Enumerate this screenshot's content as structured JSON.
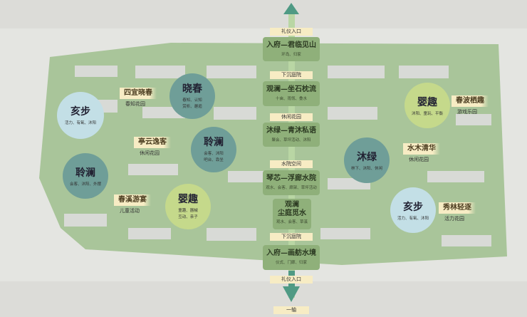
{
  "axis": {
    "top_entry": "礼仪入口",
    "bottom_entry": "礼仪入口",
    "axis_label": "一轴"
  },
  "spine": [
    {
      "tag": "礼仪入口",
      "title": "入府—君临见山",
      "sub": "环岛、归家"
    },
    {
      "tag": "下沉庭院",
      "title": "观澜—坐石枕流",
      "sub": "十亩、雨瓴、叠水"
    },
    {
      "tag": "休闲花园",
      "title": "沐绿—青沐私语",
      "sub": "聚会、草坪活动、沐阳"
    },
    {
      "tag": "水院空间",
      "title": "琴芯—浮廊水院",
      "sub": "观水、会客、廊架、草坪活动"
    },
    {
      "title1": "观澜",
      "title2": "尘庭觅水",
      "sub": "观水、会客、草溪"
    },
    {
      "tag": "下沉庭院",
      "title": "入府—画舫水境",
      "sub": "仪式、门廊、归家"
    }
  ],
  "circles": [
    {
      "title": "亥步",
      "sub1": "活力、有氧、沐阳",
      "sub2": ""
    },
    {
      "title": "晓春",
      "sub1": "春知、认知",
      "sub2": "赏析、邂逅"
    },
    {
      "title": "聆澜",
      "sub1": "会客、沐阳",
      "sub2": "吧台、靠坐"
    },
    {
      "title": "聆澜",
      "sub1": "会客、沐阳、外摆",
      "sub2": ""
    },
    {
      "title": "婴趣",
      "sub1": "童趣、器械",
      "sub2": "互动、亲子"
    },
    {
      "title": "婴趣",
      "sub1": "沐阳、童玩、平衡",
      "sub2": ""
    },
    {
      "title": "沐绿",
      "sub1": "林下、沐阳、休闲",
      "sub2": ""
    },
    {
      "title": "亥步",
      "sub1": "活力、有氧、沐阳",
      "sub2": ""
    }
  ],
  "labels": [
    {
      "title": "四宜晓春",
      "sub": "春知花园"
    },
    {
      "title": "亭云逸客",
      "sub": "休闲花园"
    },
    {
      "title": "春溪游宴",
      "sub": "儿童活动"
    },
    {
      "title": "春波栖趣",
      "sub": "游戏乐园"
    },
    {
      "title": "水木清华",
      "sub": "休闲花园"
    },
    {
      "title": "秀林轻逐",
      "sub": "活力花园"
    }
  ],
  "colors": {
    "teal": "#6f9e98",
    "blue": "#c3dfe6",
    "green": "#c5d98b",
    "spine": "#8fb07a",
    "arrow": "#4f9a84",
    "tag": "#f7ecc4"
  }
}
